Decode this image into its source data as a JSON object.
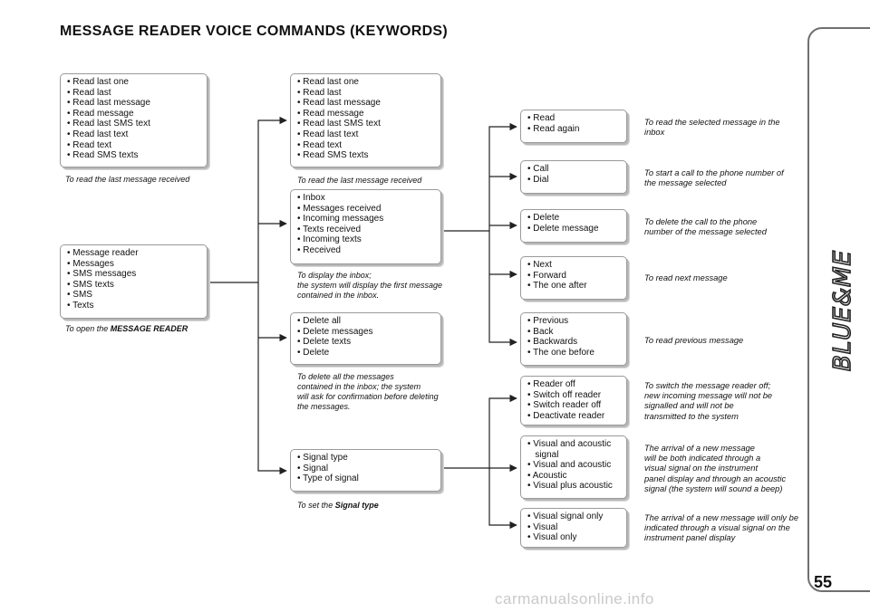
{
  "title": "MESSAGE READER VOICE COMMANDS (KEYWORDS)",
  "level1": [
    {
      "items": [
        "• Read last one",
        "• Read last",
        "• Read last message",
        "• Read message",
        "• Read last SMS text",
        "• Read last text",
        "• Read text",
        "• Read SMS texts"
      ],
      "caption": "To read the last message received"
    },
    {
      "items": [
        "• Message reader",
        "• Messages",
        "• SMS messages",
        "• SMS texts",
        "• SMS",
        "• Texts"
      ],
      "caption_prefix": "To open the ",
      "caption_bold": "MESSAGE READER"
    }
  ],
  "level2": [
    {
      "items": [
        "• Read last one",
        "• Read last",
        "• Read last message",
        "• Read message",
        "• Read last SMS text",
        "• Read last text",
        "• Read text",
        "• Read SMS texts"
      ],
      "caption": "To read the last message received"
    },
    {
      "items": [
        "• Inbox",
        "• Messages received",
        "• Incoming messages",
        "• Texts received",
        "• Incoming texts",
        "• Received"
      ],
      "caption": "To display the inbox;\nthe system will display the first message\ncontained in the inbox."
    },
    {
      "items": [
        "• Delete all",
        "• Delete messages",
        "• Delete texts",
        "• Delete"
      ],
      "caption": "To delete all the messages\ncontained in the inbox; the system\nwill ask for confirmation before deleting\nthe messages."
    },
    {
      "items": [
        "• Signal type",
        "• Signal",
        "• Type of signal"
      ],
      "caption_prefix": "To set the ",
      "caption_bold": "Signal type"
    }
  ],
  "level3": [
    {
      "items": [
        "• Read",
        "• Read again"
      ],
      "desc": "To read the selected message in the\ninbox"
    },
    {
      "items": [
        "• Call",
        "• Dial"
      ],
      "desc": "To start a call to the phone number of\nthe message selected"
    },
    {
      "items": [
        "• Delete",
        "• Delete message"
      ],
      "desc": "To delete the call to the phone\nnumber of the message selected"
    },
    {
      "items": [
        "• Next",
        "• Forward",
        "• The one after"
      ],
      "desc": "To read next message"
    },
    {
      "items": [
        "• Previous",
        "• Back",
        "• Backwards",
        "• The one before"
      ],
      "desc": "To read previous message"
    },
    {
      "items": [
        "• Reader off",
        "• Switch off reader",
        "• Switch reader off",
        "• Deactivate reader"
      ],
      "desc": "To switch the message reader off;\nnew incoming message will not be\nsignalled and will not be\ntransmitted to the system"
    },
    {
      "items": [
        "• Visual and acoustic",
        "   signal",
        "• Visual and acoustic",
        "• Acoustic",
        "• Visual plus acoustic"
      ],
      "desc": "The arrival of a new message\nwill be both indicated through a\nvisual signal on the instrument\npanel display and through an acoustic\nsignal (the system will sound a beep)"
    },
    {
      "items": [
        "• Visual signal only",
        "• Visual",
        "• Visual only"
      ],
      "desc": "The arrival of a new message will only be\nindicated through a visual signal on the\ninstrument panel display"
    }
  ],
  "brand": "BLUE&ME",
  "page_number": "55",
  "watermark": "carmanualsonline.info",
  "colors": {
    "box_border": "#9a9a9a",
    "shadow": "#b8b8b8",
    "line": "#222222",
    "tab_border": "#6f6f6f"
  }
}
